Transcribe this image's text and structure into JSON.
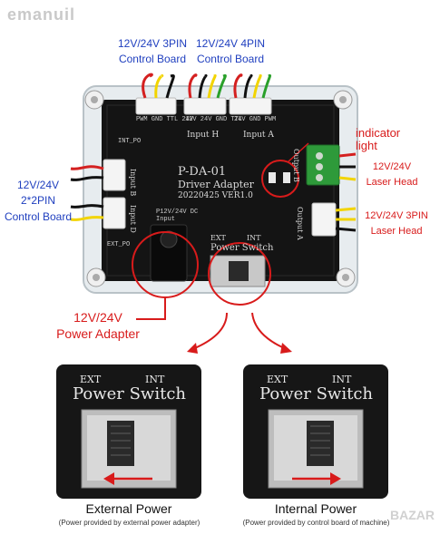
{
  "watermark": "emanuil",
  "watermark2": "BAZAR",
  "labels": {
    "top_left": [
      "12V/24V 3PIN",
      "Control Board"
    ],
    "top_right": [
      "12V/24V 4PIN",
      "Control Board"
    ],
    "left": [
      "12V/24V",
      "2*2PIN",
      "Control Board"
    ],
    "indicator": [
      "indicator",
      "light"
    ],
    "laser1": [
      "12V/24V",
      "Laser Head"
    ],
    "laser2": [
      "12V/24V 3PIN",
      "Laser Head"
    ],
    "power_adapter": [
      "12V/24V",
      "Power Adapter"
    ]
  },
  "board": {
    "name": "P-DA-01",
    "subtitle": "Driver Adapter",
    "version": "20220425 VER1.0",
    "input_h": "Input H",
    "input_a": "Input A",
    "input_b": "Input B",
    "input_d": "Input D",
    "output_b": "Output B",
    "output_a": "Output A",
    "dc_input": "P12V/24V DC Input",
    "int_po": "INT_PO",
    "ext_po": "EXT_PO",
    "switch_ext": "EXT",
    "switch_int": "INT",
    "switch_title": "Power Switch",
    "pin_labels_top1": "PWM GND TTL 24V",
    "pin_labels_top2": "12V 24V GND TTL",
    "pin_labels_top3": "24V GND PWM"
  },
  "panels": [
    {
      "ext": "EXT",
      "int": "INT",
      "title": "Power Switch",
      "arrow": "left",
      "caption": "External Power",
      "sub": "(Power provided by external power adapter)"
    },
    {
      "ext": "EXT",
      "int": "INT",
      "title": "Power Switch",
      "arrow": "right",
      "caption": "Internal Power",
      "sub": "(Power provided by control board of machine)"
    }
  ],
  "colors": {
    "label_blue": "#1f3fbf",
    "accent_red": "#d81b1b",
    "pcb": "#141414",
    "wire_red": "#d42020",
    "wire_yellow": "#f2d400",
    "wire_green": "#2aa02a",
    "terminal_green": "#2e9a3a"
  }
}
